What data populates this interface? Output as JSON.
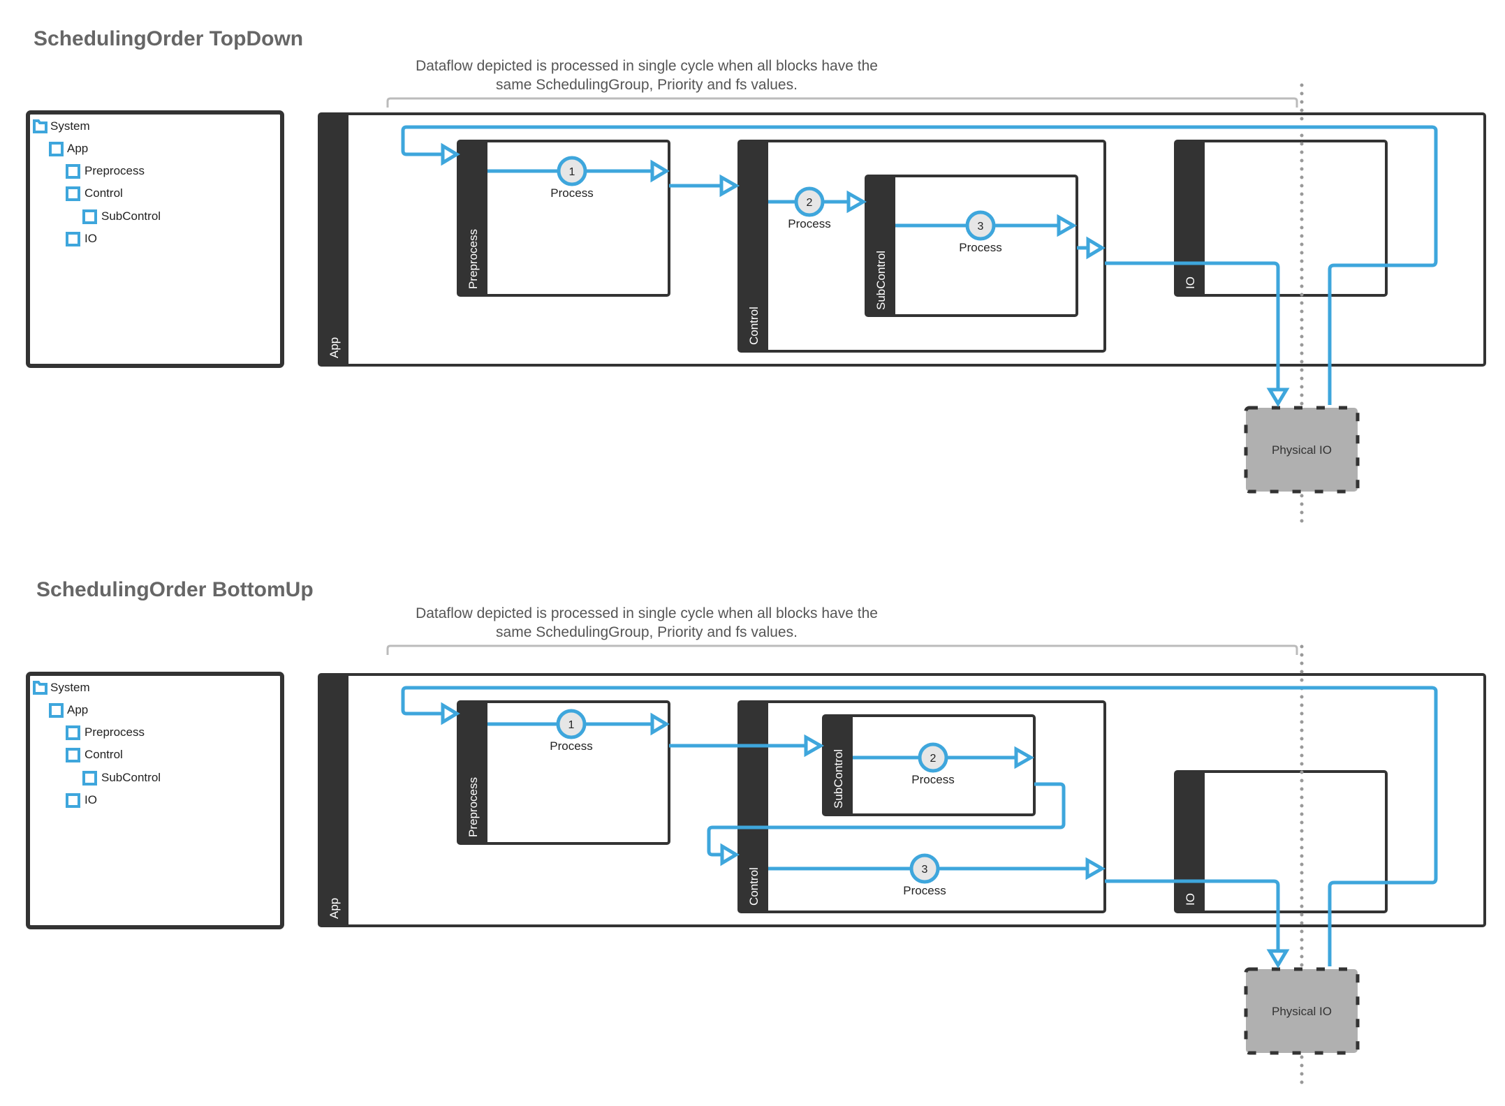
{
  "colors": {
    "flow": "#3ea6dc",
    "frame": "#333333",
    "title": "#666666",
    "physical_io_fill": "#b0b0b0",
    "process_fill": "#e6e6e6",
    "guide": "#999999"
  },
  "diagrams": [
    {
      "id": "topdown",
      "title": "SchedulingOrder TopDown",
      "note_line1": "Dataflow depicted is processed in single cycle when all blocks have the",
      "note_line2": "same SchedulingGroup, Priority and fs values.",
      "tree": [
        {
          "label": "System",
          "icon": "folder-icon",
          "level": 0
        },
        {
          "label": "App",
          "icon": "subsystem-icon",
          "level": 1
        },
        {
          "label": "Preprocess",
          "icon": "subsystem-icon",
          "level": 2
        },
        {
          "label": "Control",
          "icon": "subsystem-icon",
          "level": 2
        },
        {
          "label": "SubControl",
          "icon": "subsystem-icon",
          "level": 3
        },
        {
          "label": "IO",
          "icon": "subsystem-icon",
          "level": 2
        }
      ],
      "blocks": {
        "app": "App",
        "preprocess": "Preprocess",
        "control": "Control",
        "subcontrol": "SubControl",
        "io": "IO"
      },
      "processes": [
        {
          "order": "1",
          "label": "Process",
          "in_block": "Preprocess"
        },
        {
          "order": "2",
          "label": "Process",
          "in_block": "Control"
        },
        {
          "order": "3",
          "label": "Process",
          "in_block": "SubControl"
        }
      ],
      "physical_io": "Physical IO"
    },
    {
      "id": "bottomup",
      "title": "SchedulingOrder BottomUp",
      "note_line1": "Dataflow depicted is processed in single cycle when all blocks have the",
      "note_line2": "same SchedulingGroup, Priority and fs values.",
      "tree": [
        {
          "label": "System",
          "icon": "folder-icon",
          "level": 0
        },
        {
          "label": "App",
          "icon": "subsystem-icon",
          "level": 1
        },
        {
          "label": "Preprocess",
          "icon": "subsystem-icon",
          "level": 2
        },
        {
          "label": "Control",
          "icon": "subsystem-icon",
          "level": 2
        },
        {
          "label": "SubControl",
          "icon": "subsystem-icon",
          "level": 3
        },
        {
          "label": "IO",
          "icon": "subsystem-icon",
          "level": 2
        }
      ],
      "blocks": {
        "app": "App",
        "preprocess": "Preprocess",
        "control": "Control",
        "subcontrol": "SubControl",
        "io": "IO"
      },
      "processes": [
        {
          "order": "1",
          "label": "Process",
          "in_block": "Preprocess"
        },
        {
          "order": "2",
          "label": "Process",
          "in_block": "SubControl"
        },
        {
          "order": "3",
          "label": "Process",
          "in_block": "Control"
        }
      ],
      "physical_io": "Physical IO"
    }
  ]
}
